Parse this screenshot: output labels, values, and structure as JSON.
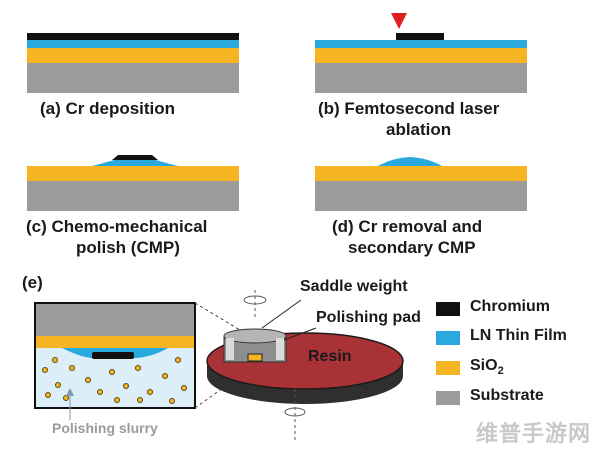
{
  "panels": {
    "a": {
      "label": "(a)  Cr deposition"
    },
    "b": {
      "label_line1": "(b) Femtosecond laser",
      "label_line2": "ablation"
    },
    "c": {
      "label_line1": "(c) Chemo-mechanical",
      "label_line2": "polish (CMP)"
    },
    "d": {
      "label_line1": "(d) Cr removal and",
      "label_line2": "secondary CMP"
    },
    "e": {
      "label": "(e)"
    }
  },
  "callouts": {
    "saddle_weight": "Saddle weight",
    "polishing_pad": "Polishing pad",
    "resin": "Resin",
    "polishing_slurry": "Polishing slurry"
  },
  "legend": [
    {
      "name": "Chromium",
      "color": "#111111"
    },
    {
      "name": "LN Thin Film",
      "color": "#2aa9df"
    },
    {
      "name": "SiO",
      "sub": "2",
      "color": "#f4b424"
    },
    {
      "name": "Substrate",
      "color": "#9b9b9b"
    }
  ],
  "colors": {
    "chromium": "#111111",
    "ln_film": "#2aa9df",
    "sio2": "#f4b424",
    "substrate": "#9b9b9b",
    "resin": "#a83236",
    "laser": "#e02020",
    "slurry_bg": "#dceef8"
  },
  "watermark": "维普手游网"
}
